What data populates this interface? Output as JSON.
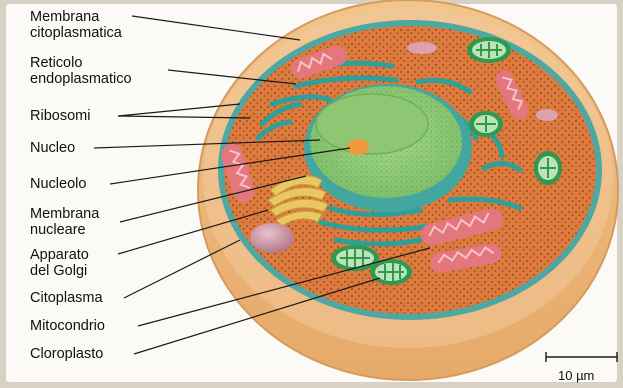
{
  "labels": {
    "membrana_citoplasmatica": "Membrana\ncitoplasmatica",
    "reticolo_endoplasmatico": "Reticolo\nendoplasmatico",
    "ribosomi": "Ribosomi",
    "nucleo": "Nucleo",
    "nucleolo": "Nucleolo",
    "membrana_nucleare": "Membrana\nnucleare",
    "apparato_golgi": "Apparato\ndel Golgi",
    "citoplasma": "Citoplasma",
    "mitocondrio": "Mitocondrio",
    "cloroplasto": "Cloroplasto"
  },
  "scale_bar": {
    "label": "10 µm"
  },
  "colors": {
    "cell_wall": "#eeb878",
    "membrane": "#4da8a3",
    "cytoplasm": "#dd7a3e",
    "nucleus": "#8cc873",
    "nucleolus": "#ef9a3c",
    "er": "#2e9f99",
    "mitochondrion": "#e4767e",
    "chloroplast": "#2f9a4f",
    "golgi": "#e8c864",
    "vacuole": "#c98f9e"
  }
}
